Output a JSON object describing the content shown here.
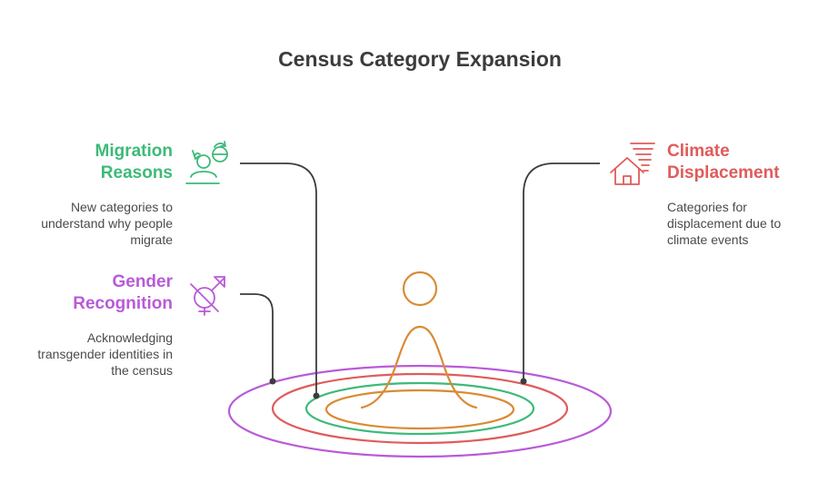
{
  "title": "Census Category Expansion",
  "colors": {
    "migration": "#3dba79",
    "gender": "#b95ad8",
    "climate": "#e05b5b",
    "figure": "#d98b35",
    "connector": "#3c3c3c"
  },
  "items": {
    "migration": {
      "heading_line1": "Migration",
      "heading_line2": "Reasons",
      "desc_line1": "New categories to",
      "desc_line2": "understand why people",
      "desc_line3": "migrate",
      "icon": "migration-people-icon"
    },
    "gender": {
      "heading_line1": "Gender",
      "heading_line2": "Recognition",
      "desc_line1": "Acknowledging",
      "desc_line2": "transgender identities in",
      "desc_line3": "the census",
      "icon": "gender-symbol-icon"
    },
    "climate": {
      "heading_line1": "Climate",
      "heading_line2": "Displacement",
      "desc_line1": "Categories for",
      "desc_line2": "displacement due to",
      "desc_line3": "climate events",
      "icon": "house-wind-icon"
    }
  }
}
